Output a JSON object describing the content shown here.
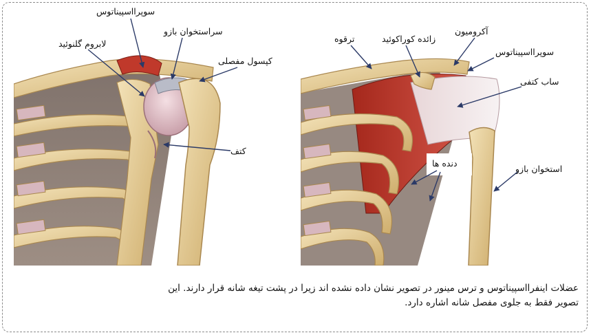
{
  "left_labels": {
    "supraspinatus": "سوپرااسپیناتوس",
    "humeral_head": "سراستخوان بازو",
    "glenoid_labrum": "لابروم گلنوئید",
    "joint_capsule": "کپسول مفصلی",
    "scapula": "کتف"
  },
  "right_labels": {
    "acromion": "آکرومیون",
    "coracoid": "زائده کوراکوئید",
    "clavicle": "ترقوه",
    "supraspinatus": "سوپرااسپیناتوس",
    "subscapularis": "ساب کتفی",
    "ribs": "دنده ها",
    "humerus": "استخوان بازو"
  },
  "caption": {
    "line1": "عضلات اینفرااسپیناتوس و ترس مینور در تصویر نشان داده نشده اند زیرا در پشت تیغه شانه قرار دارند. این",
    "line2": "تصویر فقط به جلوی مفصل شانه اشاره دارد."
  },
  "colors": {
    "bone": "#e6cd97",
    "bone_edge": "#a9874f",
    "muscle": "#c0392b",
    "cartilage": "#d9b9c2",
    "frame": "#8a8a8a"
  }
}
